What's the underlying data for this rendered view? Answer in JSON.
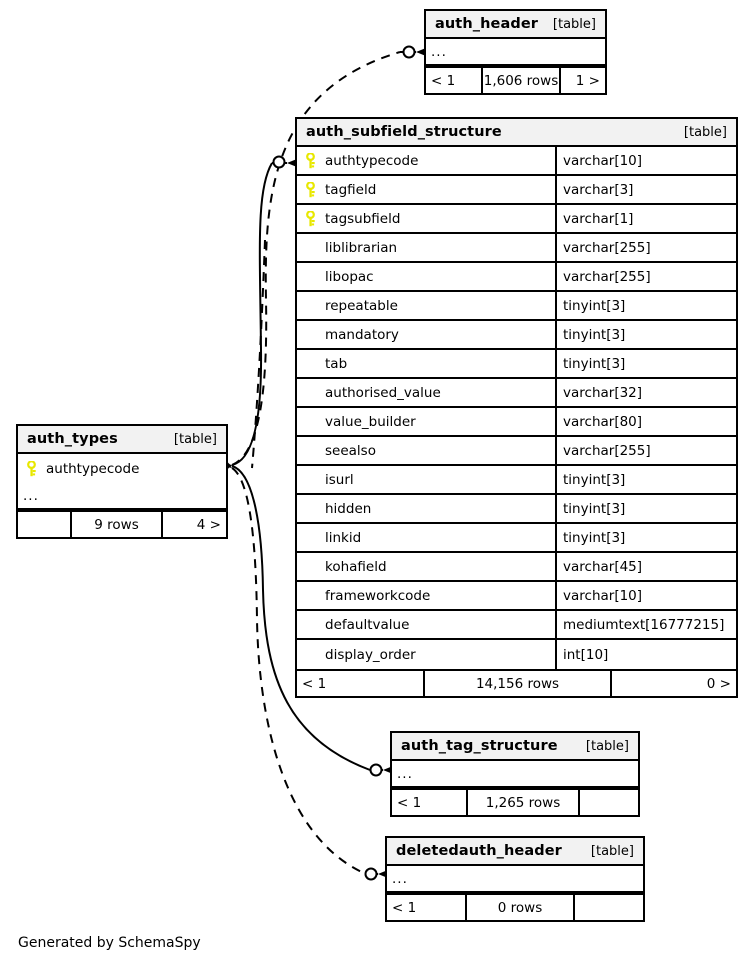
{
  "diagram": {
    "credit": "Generated by SchemaSpy",
    "table_type_label": "[table]",
    "ellipsis": "...",
    "colors": {
      "background": "#ffffff",
      "table_border": "#000000",
      "header_fill": "#f2f2f2",
      "primary_key_icon": "#e8e800",
      "edge": "#000000"
    }
  },
  "tables": {
    "auth_header": {
      "name": "auth_header",
      "type": "[table]",
      "ellipsis": "...",
      "footer": {
        "left": "< 1",
        "middle": "1,606 rows",
        "right": "1 >"
      }
    },
    "auth_subfield_structure": {
      "name": "auth_subfield_structure",
      "type": "[table]",
      "columns": [
        {
          "name": "authtypecode",
          "datatype": "varchar[10]",
          "primary_key": true
        },
        {
          "name": "tagfield",
          "datatype": "varchar[3]",
          "primary_key": true
        },
        {
          "name": "tagsubfield",
          "datatype": "varchar[1]",
          "primary_key": true
        },
        {
          "name": "liblibrarian",
          "datatype": "varchar[255]",
          "primary_key": false
        },
        {
          "name": "libopac",
          "datatype": "varchar[255]",
          "primary_key": false
        },
        {
          "name": "repeatable",
          "datatype": "tinyint[3]",
          "primary_key": false
        },
        {
          "name": "mandatory",
          "datatype": "tinyint[3]",
          "primary_key": false
        },
        {
          "name": "tab",
          "datatype": "tinyint[3]",
          "primary_key": false
        },
        {
          "name": "authorised_value",
          "datatype": "varchar[32]",
          "primary_key": false
        },
        {
          "name": "value_builder",
          "datatype": "varchar[80]",
          "primary_key": false
        },
        {
          "name": "seealso",
          "datatype": "varchar[255]",
          "primary_key": false
        },
        {
          "name": "isurl",
          "datatype": "tinyint[3]",
          "primary_key": false
        },
        {
          "name": "hidden",
          "datatype": "tinyint[3]",
          "primary_key": false
        },
        {
          "name": "linkid",
          "datatype": "tinyint[3]",
          "primary_key": false
        },
        {
          "name": "kohafield",
          "datatype": "varchar[45]",
          "primary_key": false
        },
        {
          "name": "frameworkcode",
          "datatype": "varchar[10]",
          "primary_key": false
        },
        {
          "name": "defaultvalue",
          "datatype": "mediumtext[16777215]",
          "primary_key": false
        },
        {
          "name": "display_order",
          "datatype": "int[10]",
          "primary_key": false
        }
      ],
      "footer": {
        "left": "< 1",
        "middle": "14,156 rows",
        "right": "0 >"
      }
    },
    "auth_types": {
      "name": "auth_types",
      "type": "[table]",
      "columns": [
        {
          "name": "authtypecode",
          "primary_key": true
        }
      ],
      "ellipsis": "...",
      "footer": {
        "left": "",
        "middle": "9 rows",
        "right": "4 >"
      }
    },
    "auth_tag_structure": {
      "name": "auth_tag_structure",
      "type": "[table]",
      "ellipsis": "...",
      "footer": {
        "left": "< 1",
        "middle": "1,265 rows",
        "right": ""
      }
    },
    "deletedauth_header": {
      "name": "deletedauth_header",
      "type": "[table]",
      "ellipsis": "...",
      "footer": {
        "left": "< 1",
        "middle": "0 rows",
        "right": ""
      }
    }
  },
  "relationships": [
    {
      "from": "auth_types",
      "to": "auth_header",
      "style": "dashed"
    },
    {
      "from": "auth_types",
      "to": "auth_subfield_structure",
      "style": "solid"
    },
    {
      "from": "auth_types",
      "to": "auth_subfield_structure",
      "style": "dashed"
    },
    {
      "from": "auth_types",
      "to": "auth_tag_structure",
      "style": "solid"
    },
    {
      "from": "auth_types",
      "to": "deletedauth_header",
      "style": "dashed"
    }
  ]
}
